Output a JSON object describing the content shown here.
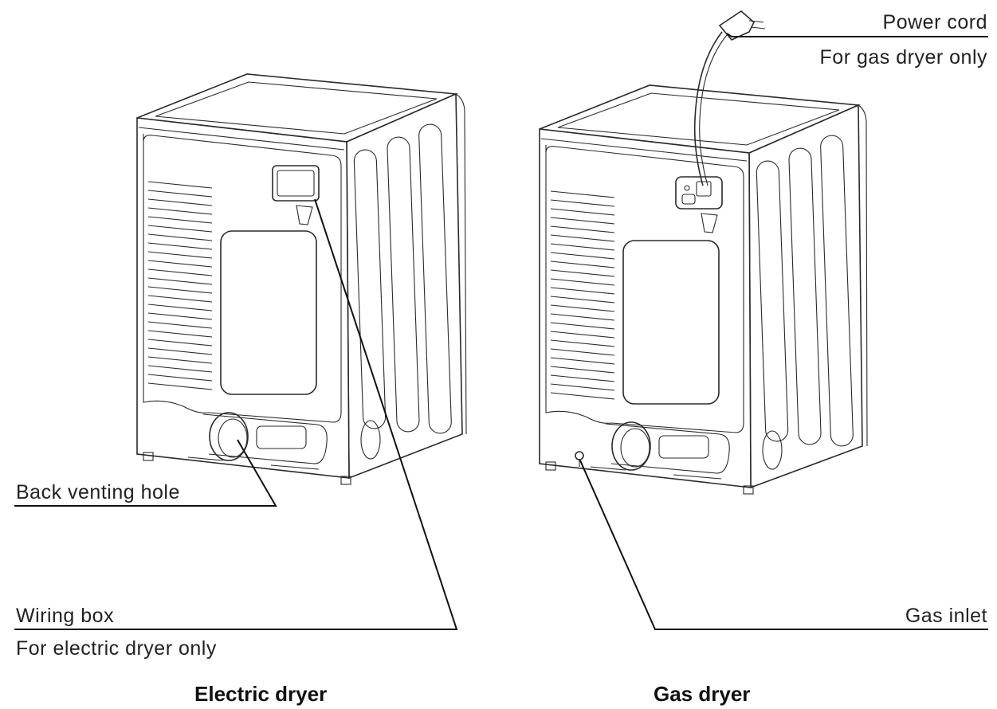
{
  "callouts": {
    "power_cord": "Power cord",
    "power_cord_note": "For gas dryer only",
    "back_venting_hole": "Back venting hole",
    "wiring_box": "Wiring box",
    "wiring_box_note": "For electric dryer only",
    "gas_inlet": "Gas inlet"
  },
  "captions": {
    "electric": "Electric dryer",
    "gas": "Gas dryer"
  },
  "colors": {
    "line": "#2a2a2a",
    "text": "#222222",
    "background": "#ffffff"
  }
}
